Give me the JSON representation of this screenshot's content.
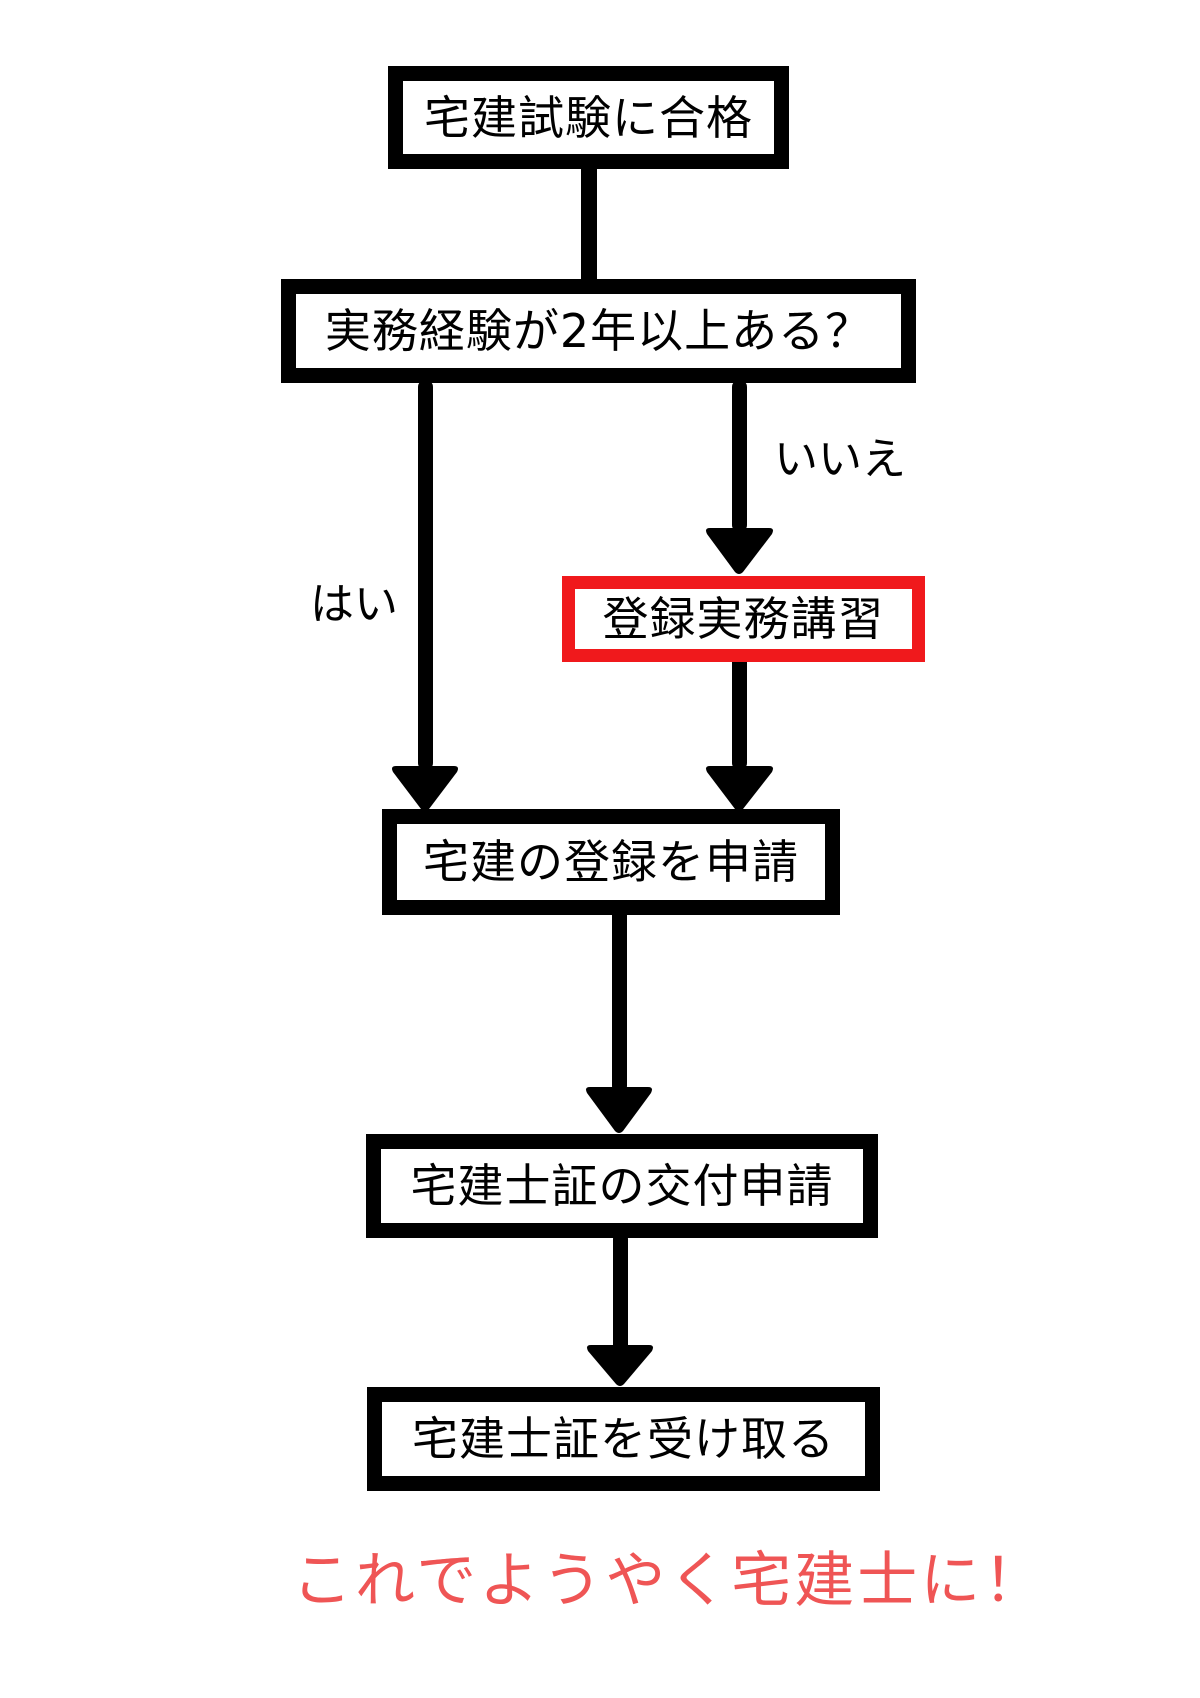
{
  "flowchart": {
    "nodes": [
      {
        "id": "pass-exam",
        "label": "宅建試験に合格"
      },
      {
        "id": "experience-question",
        "label": "実務経験が2年以上ある？"
      },
      {
        "id": "registration-training",
        "label": "登録実務講習",
        "highlighted": true
      },
      {
        "id": "apply-registration",
        "label": "宅建の登録を申請"
      },
      {
        "id": "apply-certificate",
        "label": "宅建士証の交付申請"
      },
      {
        "id": "receive-certificate",
        "label": "宅建士証を受け取る"
      }
    ],
    "branches": {
      "yes": "はい",
      "no": "いいえ"
    },
    "edges": [
      {
        "from": "pass-exam",
        "to": "experience-question"
      },
      {
        "from": "experience-question",
        "to": "apply-registration",
        "label": "はい"
      },
      {
        "from": "experience-question",
        "to": "registration-training",
        "label": "いいえ"
      },
      {
        "from": "registration-training",
        "to": "apply-registration"
      },
      {
        "from": "apply-registration",
        "to": "apply-certificate"
      },
      {
        "from": "apply-certificate",
        "to": "receive-certificate"
      }
    ],
    "closing_message": "これでようやく宅建士に！"
  },
  "colors": {
    "line": "#000000",
    "highlight_border": "#f0191c",
    "closing_text": "#ef5555"
  }
}
